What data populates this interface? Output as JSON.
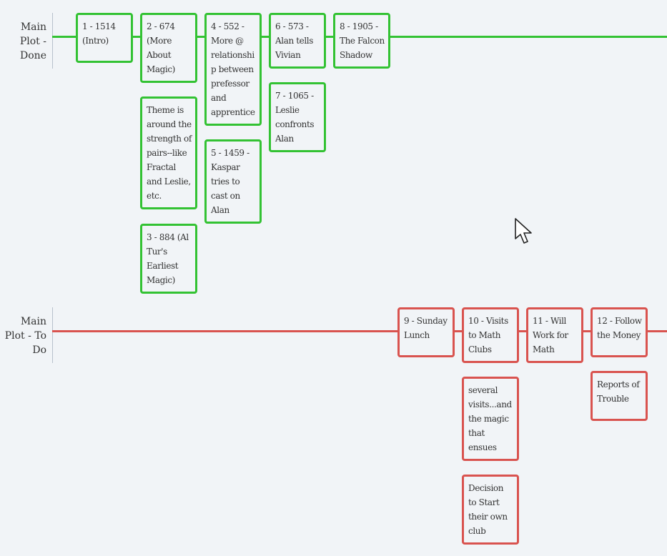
{
  "colors": {
    "done": "#33c233",
    "todo": "#d9534f",
    "background": "#f1f4f7"
  },
  "lanes": [
    {
      "label": "Main Plot - Done",
      "cards": [
        "1 - 1514 (Intro)",
        "2 - 674 (More About Magic)",
        "Theme is around the strength of pairs--like Fractal and Leslie, etc.",
        "3 - 884 (Al Tur's Earliest Magic)",
        "4 - 552 - More @ relationship between prefessor and apprentice",
        "5 - 1459 - Kaspar tries to cast on Alan",
        "6 - 573 - Alan tells Vivian",
        "7 - 1065 - Leslie confronts Alan",
        "8 - 1905 - The Falcon Shadow"
      ]
    },
    {
      "label": "Main Plot - To Do",
      "cards": [
        "9 - Sunday Lunch",
        "10 - Visits to Math Clubs",
        "several visits...and the magic that ensues",
        "Decision to Start their own club",
        "11 - Will Work for Math",
        "12 - Follow the Money",
        "Reports of Trouble"
      ]
    }
  ],
  "icons": {
    "cursor": "mouse-pointer-icon"
  }
}
